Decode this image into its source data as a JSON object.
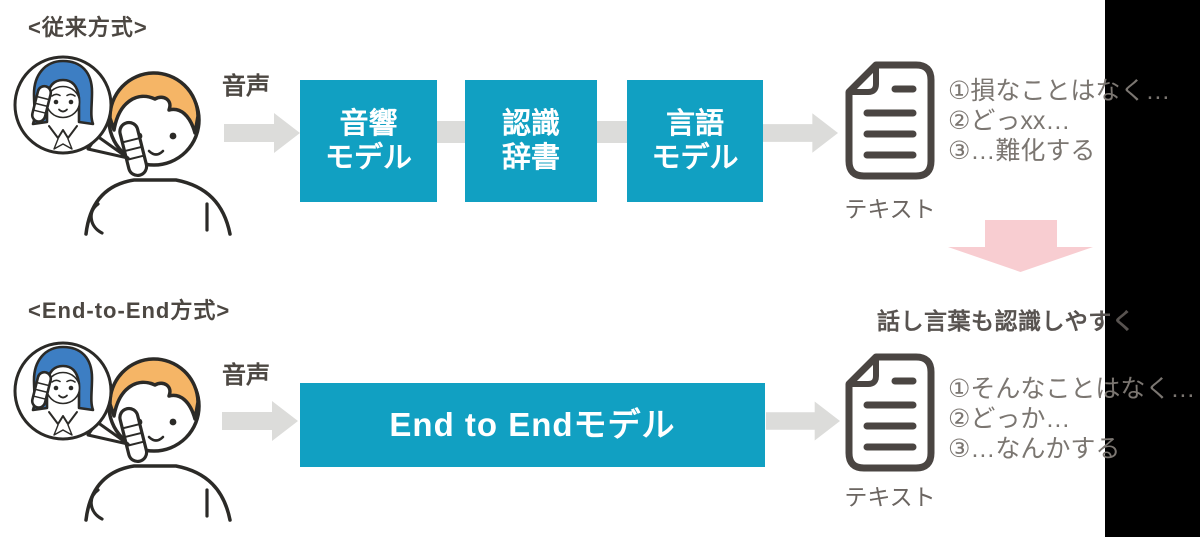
{
  "colors": {
    "teal_box": "#11a0c2",
    "arrow_gray": "#dcdcda",
    "pink_arrow": "#f8cdd1",
    "title_text": "#4c4742",
    "result_text": "#7b7671",
    "headline_text": "#585350",
    "doc_icon_stroke": "#4a4542",
    "outline_dark": "#2b2a27",
    "hair_blue": "#3d7ec3",
    "hair_orange": "#f5b566",
    "black_bar": "#000000"
  },
  "traditional": {
    "title": "<従来方式>",
    "audio_label": "音声",
    "boxes": [
      {
        "lines": [
          "音響",
          "モデル"
        ]
      },
      {
        "lines": [
          "認識",
          "辞書"
        ]
      },
      {
        "lines": [
          "言語",
          "モデル"
        ]
      }
    ],
    "doc_label": "テキスト",
    "results": [
      "①損なことはなく…",
      "②どっxx…",
      "③…難化する"
    ]
  },
  "end_to_end": {
    "title": "<End-to-End方式>",
    "audio_label": "音声",
    "box_label": "End to Endモデル",
    "doc_label": "テキスト",
    "headline": "話し言葉も認識しやすく",
    "results": [
      "①そんなことはなく…",
      "②どっか…",
      "③…なんかする"
    ]
  }
}
